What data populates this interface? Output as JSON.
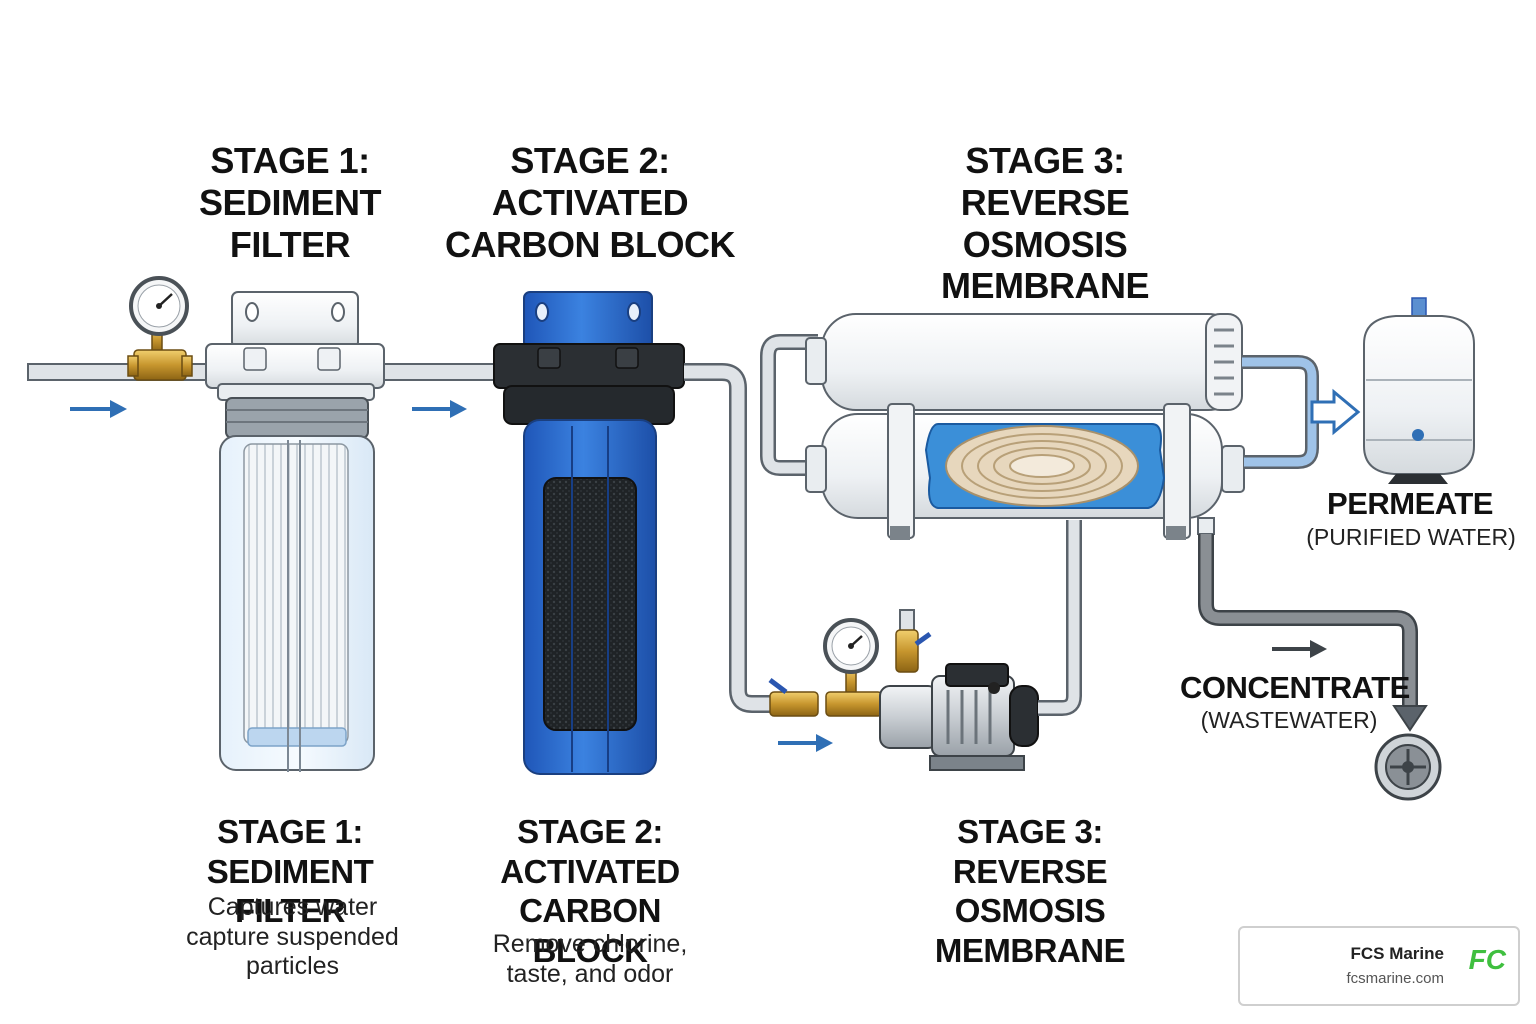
{
  "stages_top": [
    {
      "lines": [
        "STAGE 1:",
        "SEDIMENT",
        "FILTER"
      ]
    },
    {
      "lines": [
        "STAGE 2:",
        "ACTIVATED",
        "CARBON BLOCK"
      ]
    },
    {
      "lines": [
        "STAGE 3:",
        "REVERSE OSMOSIS",
        "MEMBRANE"
      ]
    }
  ],
  "stages_bottom": [
    {
      "lines": [
        "STAGE 1:",
        "SEDIMENT FILTER"
      ],
      "desc": [
        "Captures water",
        "capture suspended",
        "particles"
      ]
    },
    {
      "lines": [
        "STAGE 2:",
        "ACTIVATED",
        "CARBON BLOCK"
      ],
      "desc": [
        "Remove chlorine,",
        "taste, and odor"
      ]
    },
    {
      "lines": [
        "STAGE 3:",
        "REVERSE OSMOSIS",
        "MEMBRANE"
      ],
      "desc": []
    }
  ],
  "outputs": {
    "permeate": {
      "title": "PERMEATE",
      "sub": "(PURIFIED WATER)"
    },
    "concentrate": {
      "title": "CONCENTRATE",
      "sub": "(WASTEWATER)"
    }
  },
  "badge": {
    "name": "FCS Marine",
    "url": "fcsmarine.com",
    "logo": "FC"
  },
  "colors": {
    "pipe": "#d9dde2",
    "pipe_outline": "#5b636b",
    "flow_arrow": "#2f6fb5",
    "brass": "#c7962e",
    "blue_housing": "#2f6dd0",
    "membrane": "#e7d7bd",
    "permeate_line": "#9fc3e8",
    "concentrate_line": "#8a8f94"
  },
  "icons": [
    "pressure-gauge-icon",
    "flow-arrow-icon",
    "valve-icon",
    "drain-icon",
    "pump-icon",
    "tank-icon"
  ]
}
